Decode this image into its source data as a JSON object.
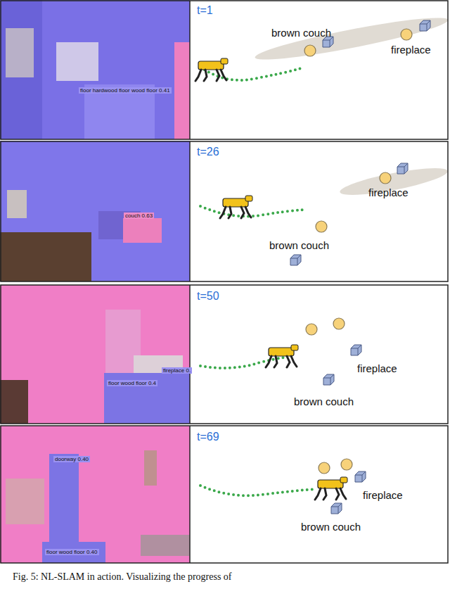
{
  "diagram": {
    "caption": "Fig. 5: NL-SLAM in action. Visualizing the progress of",
    "labels": [
      "t=1",
      "brown couch",
      "fireplace",
      "floor hardwood floor wood floor 0.41",
      "t=26",
      "fireplace",
      "brown couch",
      "couch 0.63",
      "t=50",
      "fireplace",
      "brown couch",
      "fireplace 0.",
      "floor wood floor 0.4",
      "t=69",
      "fireplace",
      "brown couch",
      "doorway 0.40",
      "floor wood floor 0.40"
    ]
  }
}
